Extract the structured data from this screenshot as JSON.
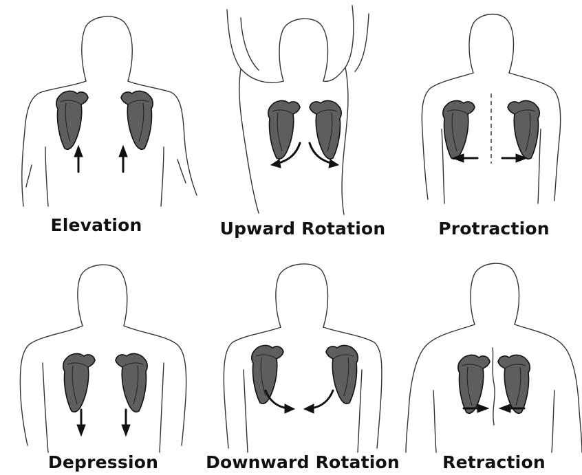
{
  "panels": [
    {
      "id": "elevation",
      "label": "Elevation"
    },
    {
      "id": "upward-rotation",
      "label": "Upward Rotation"
    },
    {
      "id": "protraction",
      "label": "Protraction"
    },
    {
      "id": "depression",
      "label": "Depression"
    },
    {
      "id": "downward-rotation",
      "label": "Downward Rotation"
    },
    {
      "id": "retraction",
      "label": "Retraction"
    }
  ]
}
